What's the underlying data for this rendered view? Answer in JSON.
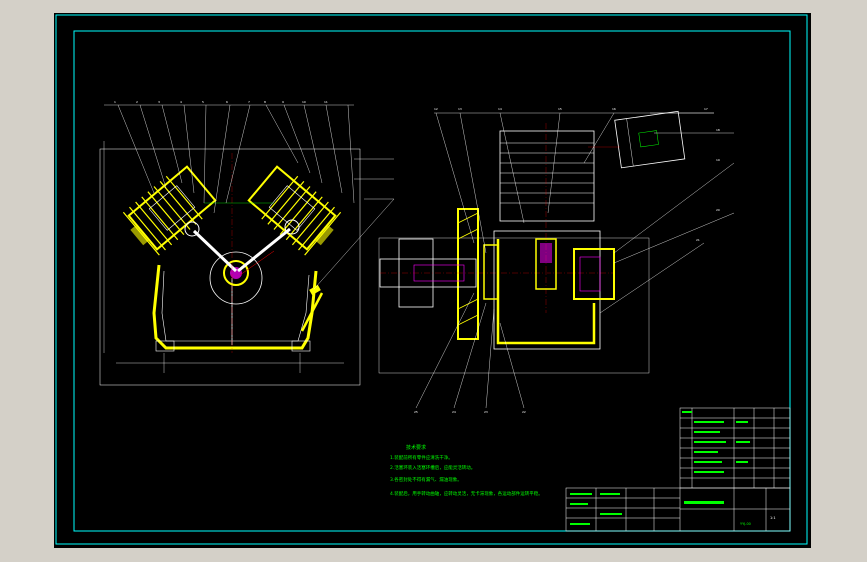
{
  "colors": {
    "background": "#d4d0c8",
    "canvas": "#000000",
    "border": "#00ffff",
    "linework": "#ffffff",
    "hatch": "#ffff00",
    "text": "#00ff00",
    "centerline": "#ff0000",
    "highlight": "#ff00ff"
  },
  "tech_notes": {
    "title": "技术要求",
    "lines": [
      "1.装配前所有零件应清洗干净。",
      "2.活塞环装入活塞环槽后，应能灵活转动。",
      "3.各密封处不得有漏气、漏油现象。",
      "4.装配后，用手转动曲轴，应转动灵活，无卡滞现象，各运动部件运转平稳。"
    ]
  },
  "title_block": {
    "drawing_no": "YYJ-00",
    "scale": "1:1"
  }
}
